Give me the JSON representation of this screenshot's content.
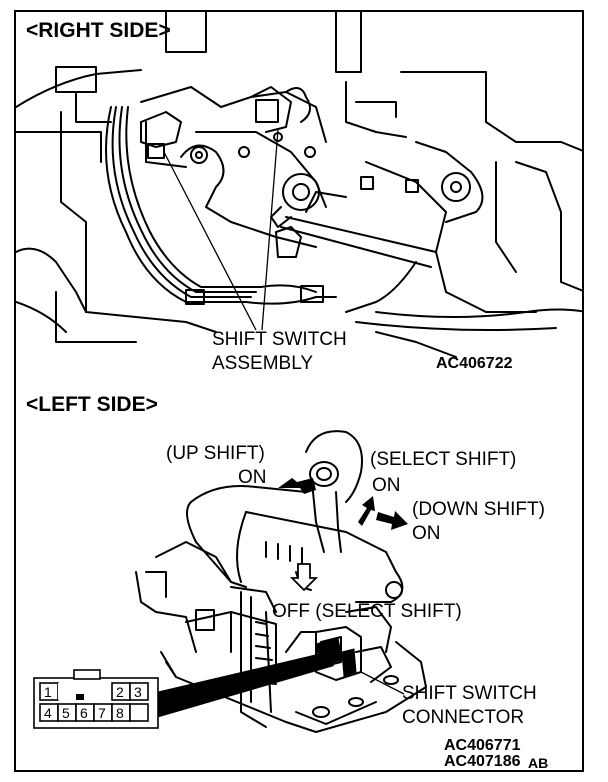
{
  "right_side": {
    "title": "<RIGHT SIDE>",
    "callout_line1": "SHIFT SWITCH",
    "callout_line2": "ASSEMBLY",
    "figure_code": "AC406722"
  },
  "left_side": {
    "title": "<LEFT SIDE>",
    "up_shift": "(UP SHIFT)",
    "up_on": "ON",
    "select_shift": "(SELECT SHIFT)",
    "select_on": "ON",
    "down_shift": "(DOWN SHIFT)",
    "down_on": "ON",
    "off_select": "OFF (SELECT SHIFT)",
    "connector_line1": "SHIFT SWITCH",
    "connector_line2": "CONNECTOR",
    "figure_code_1": "AC406771",
    "figure_code_2": "AC407186",
    "figure_suffix": "AB"
  },
  "connector_pins": {
    "top_row": [
      "1",
      "2",
      "3"
    ],
    "bottom_row": [
      "4",
      "5",
      "6",
      "7",
      "8"
    ]
  },
  "colors": {
    "line": "#000000",
    "background": "#ffffff"
  }
}
